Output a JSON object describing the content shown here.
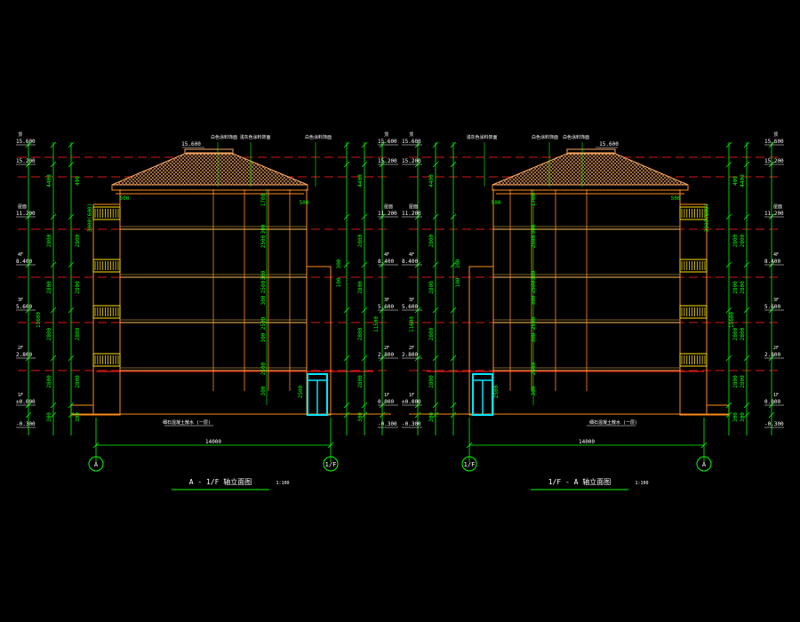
{
  "colors": {
    "background": "#000000",
    "building": "#ff8c1a",
    "floor_line": "#ffc05a",
    "dimension": "#00ff00",
    "text": "#ffffff",
    "level_dashed": "#d81818",
    "roof": "#ffa860",
    "balcony": "#ffe000",
    "door": "#00e5ff",
    "axis": "#ffffff"
  },
  "left": {
    "title": "A - 1/F 轴立面图",
    "scale": "1:100",
    "total_width": "14000",
    "axis_start": "A",
    "axis_end": "1/F",
    "roof_top_label": "15.600",
    "callouts": [
      "白色涂料饰面",
      "浅灰色涂料饰面",
      "白色涂料饰面"
    ],
    "ground_note": "细石混凝土散水 (一层)",
    "left_levels": [
      {
        "tag": "顶",
        "value": "15.600"
      },
      {
        "tag": "",
        "value": "15.200"
      },
      {
        "tag": "屋面",
        "value": "11.200"
      },
      {
        "tag": "4F",
        "value": "8.400"
      },
      {
        "tag": "3F",
        "value": "5.600"
      },
      {
        "tag": "2F",
        "value": "2.800"
      },
      {
        "tag": "1F",
        "value": "±0.000"
      },
      {
        "tag": "",
        "value": "-0.300"
      }
    ],
    "right_levels": [
      {
        "tag": "顶",
        "value": "15.600"
      },
      {
        "tag": "",
        "value": "15.200"
      },
      {
        "tag": "屋面",
        "value": "11.200"
      },
      {
        "tag": "4F",
        "value": "8.400"
      },
      {
        "tag": "3F",
        "value": "5.600"
      },
      {
        "tag": "2F",
        "value": "2.800"
      },
      {
        "tag": "1F",
        "value": "0.000"
      },
      {
        "tag": "",
        "value": "-0.300"
      }
    ],
    "outer_dims": [
      "4400",
      "2800",
      "2800",
      "2800",
      "2800",
      "300"
    ],
    "inner_dims": [
      "400",
      "2800",
      "2800",
      "2800",
      "2800",
      "300"
    ],
    "total_height": "15600",
    "right_total_height": "11500",
    "window_dims": [
      "1700",
      "300",
      "2500",
      "300",
      "2500",
      "300",
      "2500",
      "300",
      "2500",
      "300"
    ],
    "side_dims": [
      "500",
      "500",
      "300",
      "100",
      "3000(600)",
      "2500"
    ]
  },
  "right": {
    "title": "1/F - A 轴立面图",
    "scale": "1:100",
    "total_width": "14000",
    "axis_start": "1/F",
    "axis_end": "A",
    "roof_top_label": "15.600",
    "callouts": [
      "白色涂料饰面",
      "白色涂料饰面",
      "浅灰色涂料饰面"
    ],
    "ground_note": "细石混凝土散水 (一层)",
    "left_levels": [
      {
        "tag": "顶",
        "value": "15.600"
      },
      {
        "tag": "",
        "value": "15.200"
      },
      {
        "tag": "屋面",
        "value": "11.200"
      },
      {
        "tag": "4F",
        "value": "8.400"
      },
      {
        "tag": "3F",
        "value": "5.600"
      },
      {
        "tag": "2F",
        "value": "2.800"
      },
      {
        "tag": "1F",
        "value": "0.000"
      },
      {
        "tag": "",
        "value": "-0.300"
      }
    ],
    "right_levels": [
      {
        "tag": "顶",
        "value": "15.600"
      },
      {
        "tag": "",
        "value": "15.200"
      },
      {
        "tag": "屋面",
        "value": "11.200"
      },
      {
        "tag": "4F",
        "value": "8.400"
      },
      {
        "tag": "3F",
        "value": "5.600"
      },
      {
        "tag": "2F",
        "value": "2.800"
      },
      {
        "tag": "1F",
        "value": "±0.000"
      },
      {
        "tag": "",
        "value": "-0.300"
      }
    ],
    "outer_dims": [
      "4400",
      "2800",
      "2800",
      "2800",
      "2800",
      "300"
    ],
    "inner_dims": [
      "400",
      "2800",
      "2800",
      "2800",
      "2800",
      "300"
    ],
    "total_height": "15600",
    "left_total_height": "11600",
    "window_dims": [
      "1700",
      "300",
      "2500",
      "300",
      "2500",
      "300",
      "2500",
      "300",
      "2500",
      "300"
    ],
    "side_dims": [
      "500",
      "500",
      "300",
      "100",
      "3000(600)",
      "2500"
    ]
  }
}
